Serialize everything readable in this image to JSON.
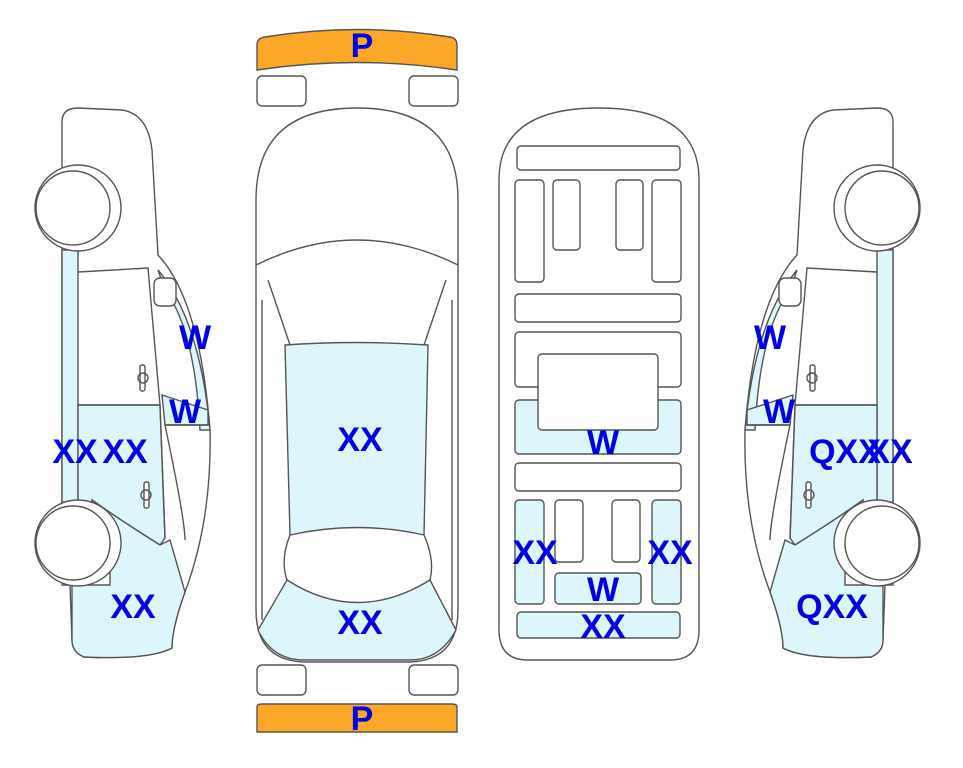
{
  "colors": {
    "bumper": "#fba829",
    "damage_area": "#ddf6fc",
    "label": "#0000e6",
    "outline": "#555555"
  },
  "bumpers": {
    "rear": "P",
    "front": "P"
  },
  "left_side": {
    "a_pillar": "W",
    "front_window": "W",
    "rocker": "XX",
    "front_door": "XX",
    "front_fender": "XX"
  },
  "top_view": {
    "roof": "XX",
    "hood": "XX"
  },
  "interior": {
    "center_console": "W",
    "rear_left": "XX",
    "rear_right": "XX",
    "front_center": "W",
    "dashboard": "XX"
  },
  "right_side": {
    "a_pillar": "W",
    "front_window": "W",
    "front_door": "QXX",
    "rocker": "XX",
    "front_fender": "QXX"
  }
}
